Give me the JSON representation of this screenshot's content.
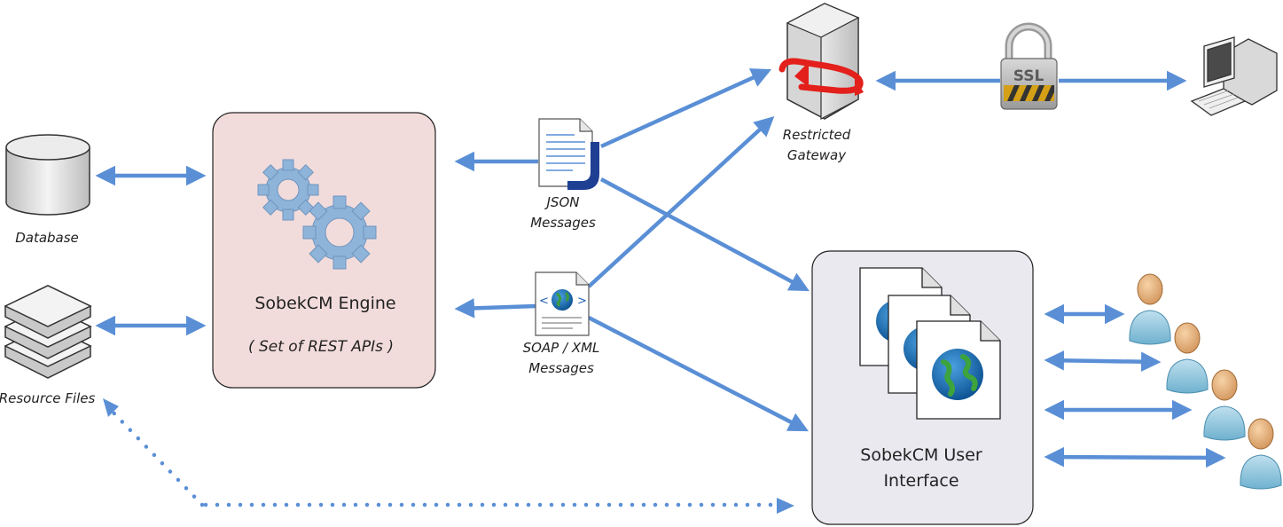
{
  "nodes": {
    "database": {
      "label": "Database",
      "icon": "database-icon"
    },
    "resource_files": {
      "label": "Resource Files",
      "icon": "stacked-layers-icon"
    },
    "engine": {
      "title": "SobekCM Engine",
      "subtitle": "( Set of REST APIs )",
      "icon": "gears-icon",
      "fill": "#f2dcdb"
    },
    "json": {
      "line1": "JSON",
      "line2": "Messages",
      "icon": "json-document-icon"
    },
    "soap": {
      "line1": "SOAP / XML",
      "line2": "Messages",
      "icon": "xml-web-document-icon"
    },
    "gateway": {
      "line1": "Restricted",
      "line2": "Gateway",
      "icon": "server-firewall-icon"
    },
    "ssl": {
      "label": "SSL",
      "icon": "ssl-padlock-icon"
    },
    "client": {
      "icon": "desktop-computer-icon"
    },
    "ui": {
      "line1": "SobekCM User",
      "line2": "Interface",
      "icon": "web-pages-icon",
      "fill": "#ebe9f0"
    },
    "users": {
      "icon": "user-icon",
      "count": 4
    }
  },
  "colors": {
    "arrow": "#5a8fd6",
    "gear": "#8fb4d9"
  }
}
